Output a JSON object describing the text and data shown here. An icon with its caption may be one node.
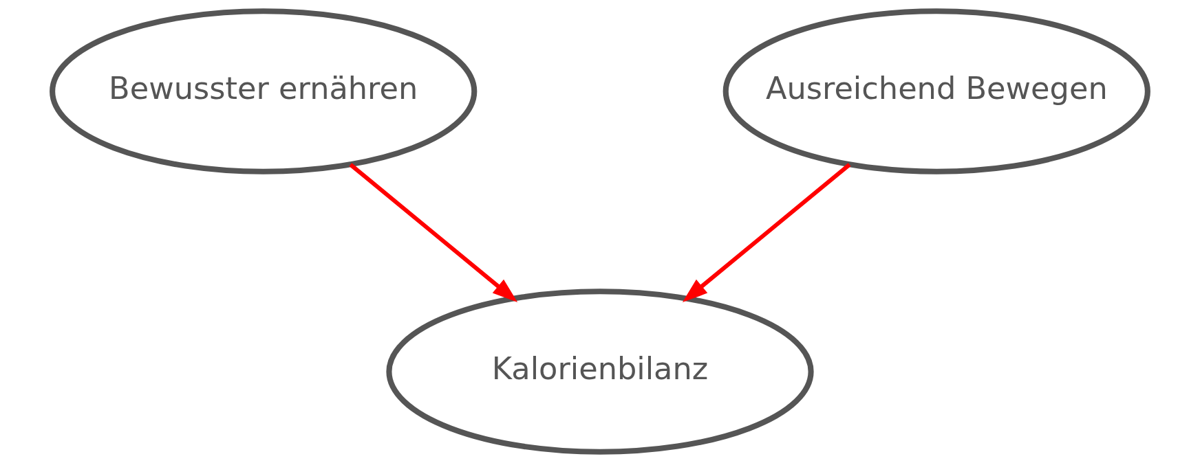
{
  "diagram": {
    "nodes": [
      {
        "text": [
          "Bewusster ernähren"
        ]
      },
      {
        "text": [
          "Ausreichend Bewegen"
        ]
      },
      {
        "text": [
          "Kalorienbilanz"
        ]
      }
    ],
    "edges": [
      {
        "from": 0,
        "to": 2,
        "arrow": "to"
      },
      {
        "from": 1,
        "to": 2,
        "arrow": "to"
      }
    ]
  }
}
